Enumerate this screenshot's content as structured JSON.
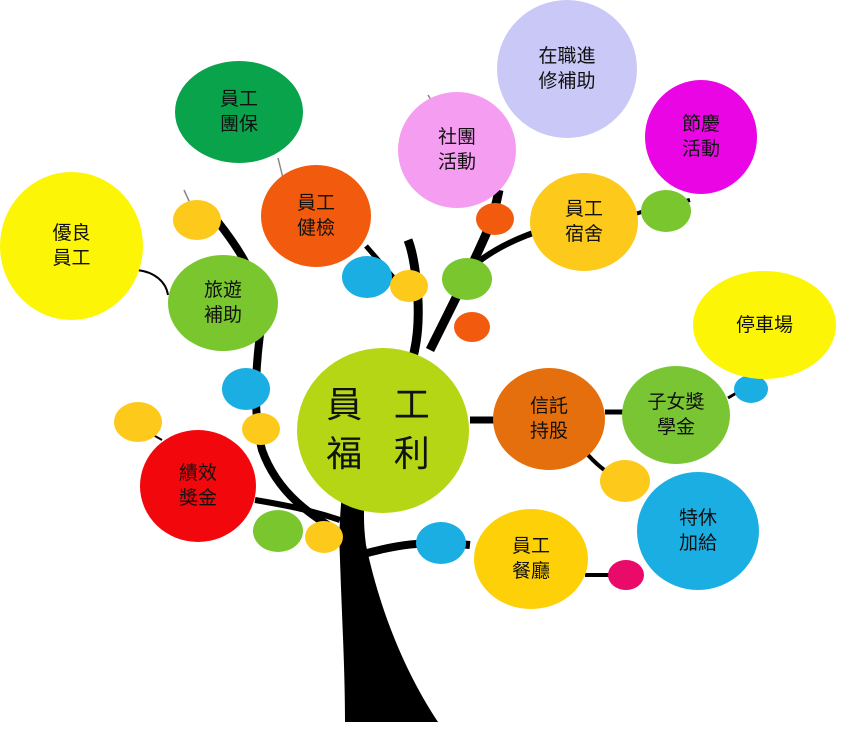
{
  "diagram": {
    "center": {
      "text": "員 工\n福 利",
      "color": "#b5d614"
    },
    "nodes": [
      {
        "key": "employee-group-insurance",
        "text": "員工\n團保",
        "color": "#09a34c"
      },
      {
        "key": "further-education-subsidy",
        "text": "在職進\n修補助",
        "color": "#c9c8f6"
      },
      {
        "key": "club-activities",
        "text": "社團\n活動",
        "color": "#f59df0"
      },
      {
        "key": "festival-activities",
        "text": "節慶\n活動",
        "color": "#ea06e4"
      },
      {
        "key": "employee-health-check",
        "text": "員工\n健檢",
        "color": "#f25b0d"
      },
      {
        "key": "outstanding-employee",
        "text": "優良\n員工",
        "color": "#fcf506"
      },
      {
        "key": "travel-subsidy",
        "text": "旅遊\n補助",
        "color": "#7ac62f"
      },
      {
        "key": "employee-dormitory",
        "text": "員工\n宿舍",
        "color": "#fdca1b"
      },
      {
        "key": "parking-lot",
        "text": "停車場",
        "color": "#fcf506"
      },
      {
        "key": "stock-trust",
        "text": "信託\n持股",
        "color": "#e46f0c"
      },
      {
        "key": "children-scholarship",
        "text": "子女獎\n學金",
        "color": "#79c534"
      },
      {
        "key": "performance-bonus",
        "text": "績效\n獎金",
        "color": "#f2070c"
      },
      {
        "key": "special-leave-pay",
        "text": "特休\n加給",
        "color": "#1aaee3"
      },
      {
        "key": "employee-cafeteria",
        "text": "員工\n餐廳",
        "color": "#fed008"
      }
    ]
  }
}
